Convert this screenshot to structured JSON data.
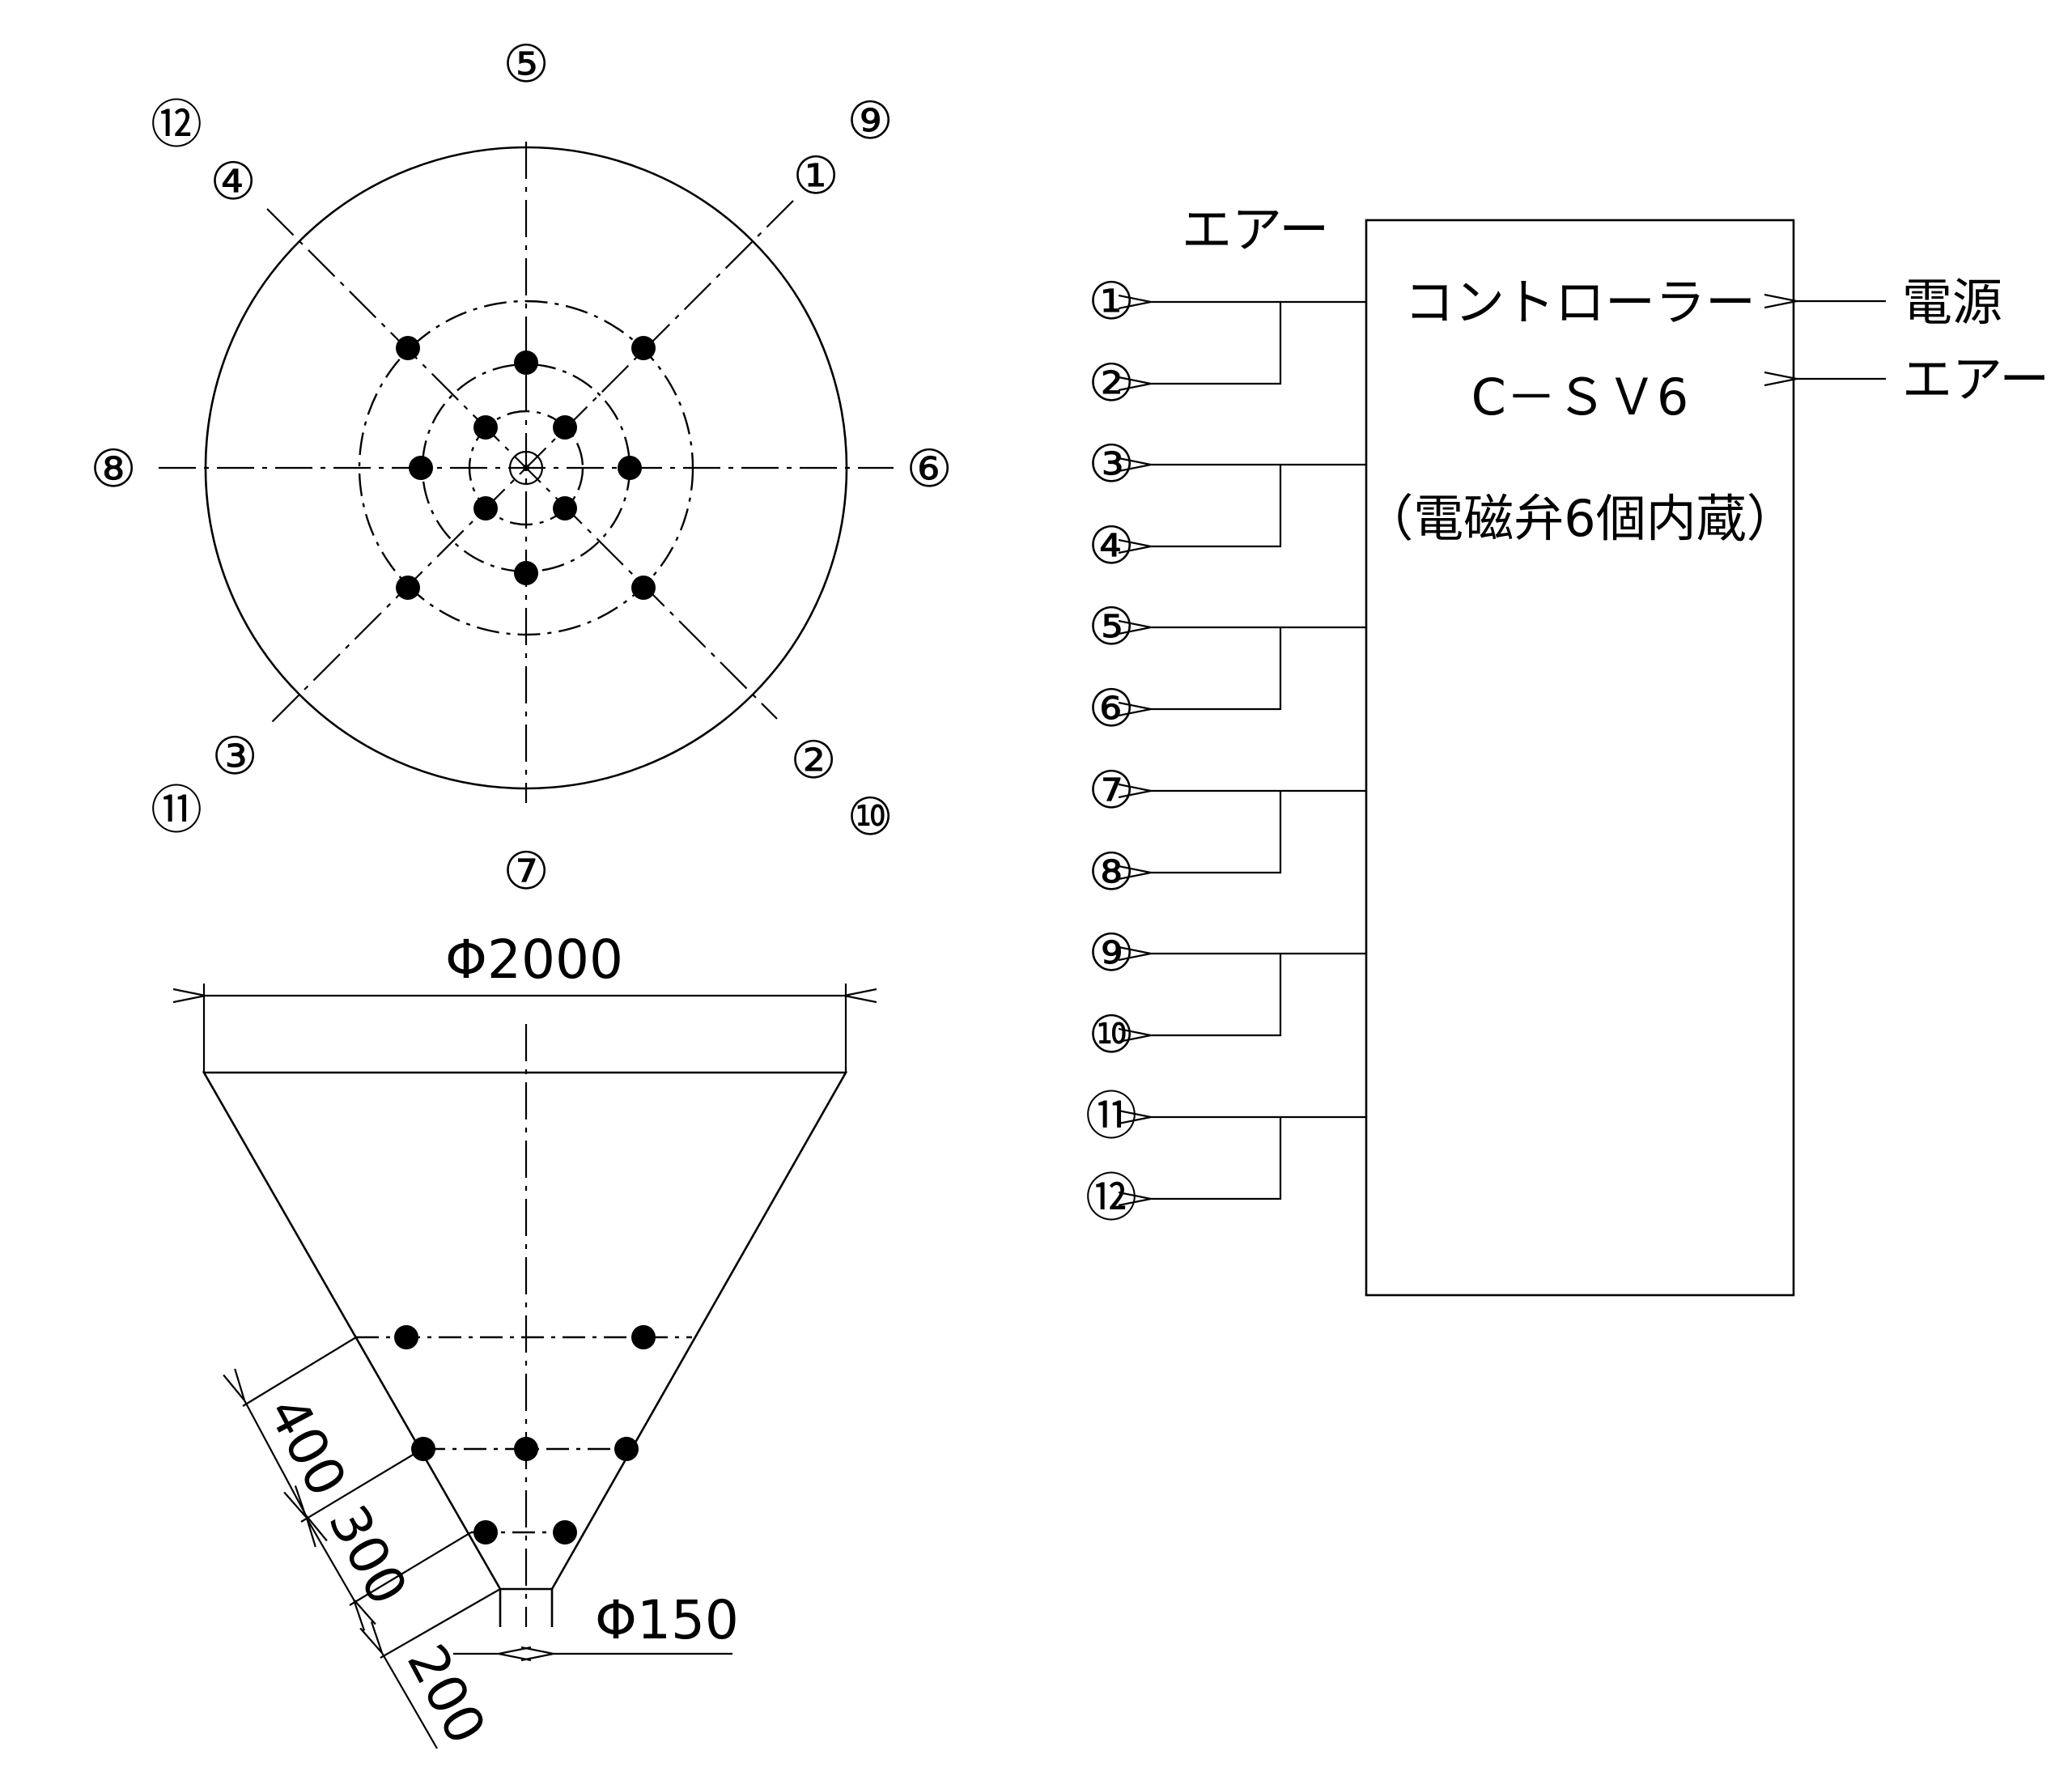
{
  "top_view": {
    "labels": [
      {
        "text": "⑤"
      },
      {
        "text": "⑨"
      },
      {
        "text": "①"
      },
      {
        "text": "⑥"
      },
      {
        "text": "②"
      },
      {
        "text": "⑩"
      },
      {
        "text": "⑦"
      },
      {
        "text": "③"
      },
      {
        "text": "⑪"
      },
      {
        "text": "⑧"
      },
      {
        "text": "④"
      },
      {
        "text": "⑫"
      }
    ]
  },
  "side_view": {
    "top_diameter": "Φ2000",
    "outlet_diameter": "Φ150",
    "dims": [
      "400",
      "300",
      "200"
    ]
  },
  "controller": {
    "air_in_top": "エアー",
    "title": "コントローラー",
    "model": "C－ＳＶ6",
    "note": "（電磁弁6個内蔵）",
    "power": "電源",
    "air": "エアー",
    "outputs": [
      "①",
      "②",
      "③",
      "④",
      "⑤",
      "⑥",
      "⑦",
      "⑧",
      "⑨",
      "⑩",
      "⑪",
      "⑫"
    ]
  }
}
